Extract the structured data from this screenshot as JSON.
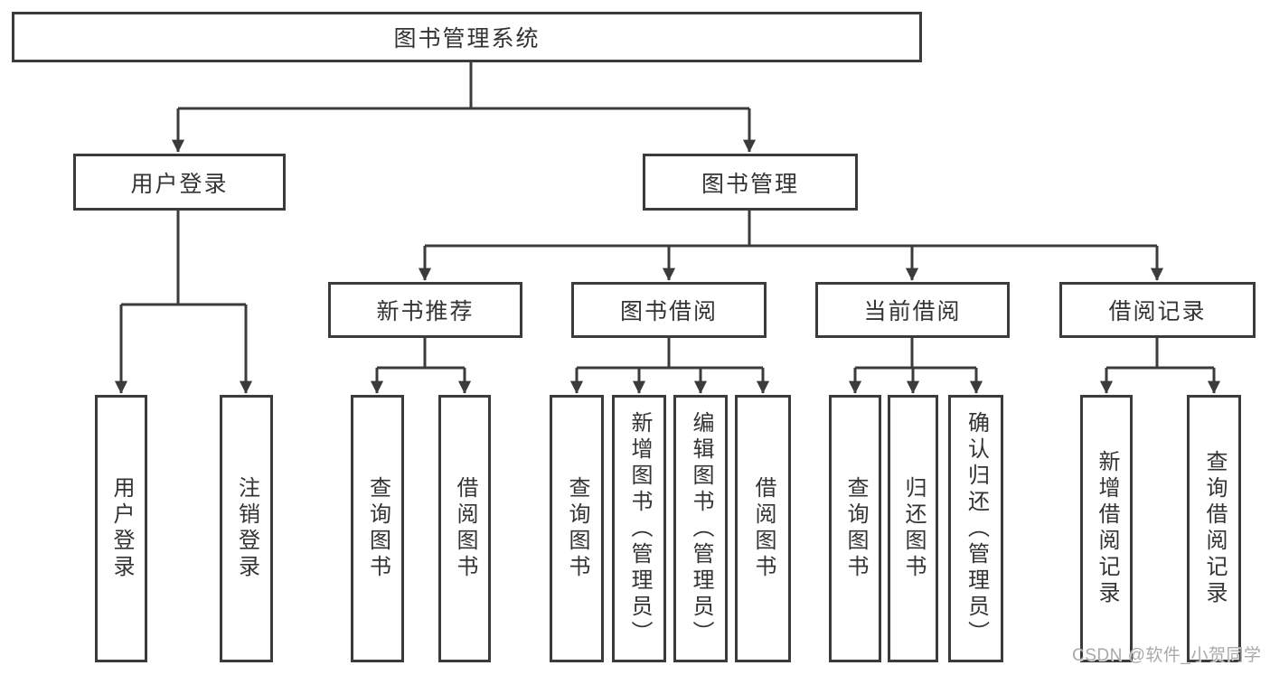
{
  "diagram": {
    "kind": "tree-structure-chart",
    "line_color": "#3b3b3b",
    "text_color": "#333333",
    "background": "#ffffff"
  },
  "tree": {
    "label": "图书管理系统",
    "children": [
      {
        "label": "用户登录",
        "children": [
          {
            "label": "用户登录"
          },
          {
            "label": "注销登录"
          }
        ]
      },
      {
        "label": "图书管理",
        "children": [
          {
            "label": "新书推荐",
            "children": [
              {
                "label": "查询图书"
              },
              {
                "label": "借阅图书"
              }
            ]
          },
          {
            "label": "图书借阅",
            "children": [
              {
                "label": "查询图书"
              },
              {
                "label": "新增图书（管理员）"
              },
              {
                "label": "编辑图书（管理员）"
              },
              {
                "label": "借阅图书"
              }
            ]
          },
          {
            "label": "当前借阅",
            "children": [
              {
                "label": "查询图书"
              },
              {
                "label": "归还图书"
              },
              {
                "label": "确认归还（管理员）"
              }
            ]
          },
          {
            "label": "借阅记录",
            "children": [
              {
                "label": "新增借阅记录"
              },
              {
                "label": "查询借阅记录"
              }
            ]
          }
        ]
      }
    ]
  },
  "watermark": "CSDN @软件_小贺同学"
}
